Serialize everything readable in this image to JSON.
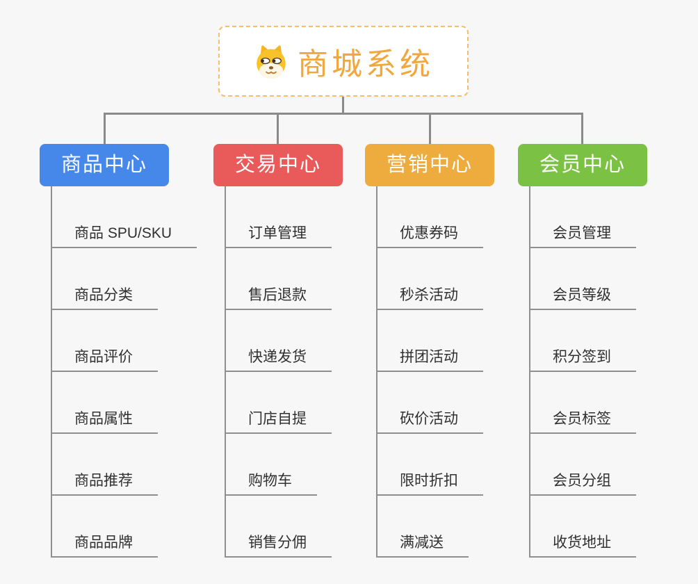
{
  "root": {
    "title": "商城系统",
    "title_color": "#f2a73e",
    "border_color": "#f4be6e",
    "icon": "dog-face-icon"
  },
  "colors": {
    "background": "#f7f7f7",
    "connector": "#8a8a8a",
    "child_line": "#8f8f8f",
    "child_text": "#303030"
  },
  "columns": [
    {
      "label": "商品中心",
      "color": "#4687ea",
      "items": [
        "商品 SPU/SKU",
        "商品分类",
        "商品评价",
        "商品属性",
        "商品推荐",
        "商品品牌"
      ]
    },
    {
      "label": "交易中心",
      "color": "#e95b5b",
      "items": [
        "订单管理",
        "售后退款",
        "快递发货",
        "门店自提",
        "购物车",
        "销售分佣"
      ]
    },
    {
      "label": "营销中心",
      "color": "#eeac3e",
      "items": [
        "优惠券码",
        "秒杀活动",
        "拼团活动",
        "砍价活动",
        "限时折扣",
        "满减送"
      ]
    },
    {
      "label": "会员中心",
      "color": "#7bc244",
      "items": [
        "会员管理",
        "会员等级",
        "积分签到",
        "会员标签",
        "会员分组",
        "收货地址"
      ]
    }
  ]
}
